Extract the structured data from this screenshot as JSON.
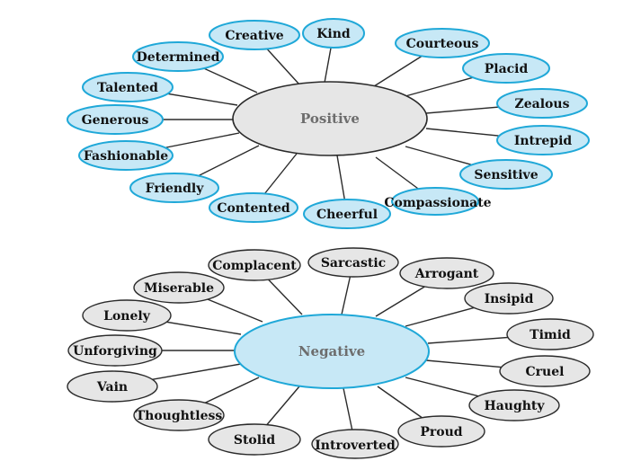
{
  "colors": {
    "blue_fill": "#c7e8f6",
    "blue_stroke": "#1fa8d8",
    "grey_fill": "#e6e6e6",
    "grey_stroke": "#2a2a2a",
    "connector": "#2b2b2b",
    "center_text": "#6d6d6d",
    "node_text": "#111111"
  },
  "positive": {
    "center_label": "Positive",
    "nodes": [
      "Kind",
      "Courteous",
      "Placid",
      "Zealous",
      "Intrepid",
      "Sensitive",
      "Compassionate",
      "Cheerful",
      "Contented",
      "Friendly",
      "Fashionable",
      "Generous",
      "Talented",
      "Determined",
      "Creative"
    ]
  },
  "negative": {
    "center_label": "Negative",
    "nodes": [
      "Sarcastic",
      "Arrogant",
      "Insipid",
      "Timid",
      "Cruel",
      "Haughty",
      "Proud",
      "Introverted",
      "Stolid",
      "Thoughtless",
      "Vain",
      "Unforgiving",
      "Lonely",
      "Miserable",
      "Complacent"
    ]
  }
}
